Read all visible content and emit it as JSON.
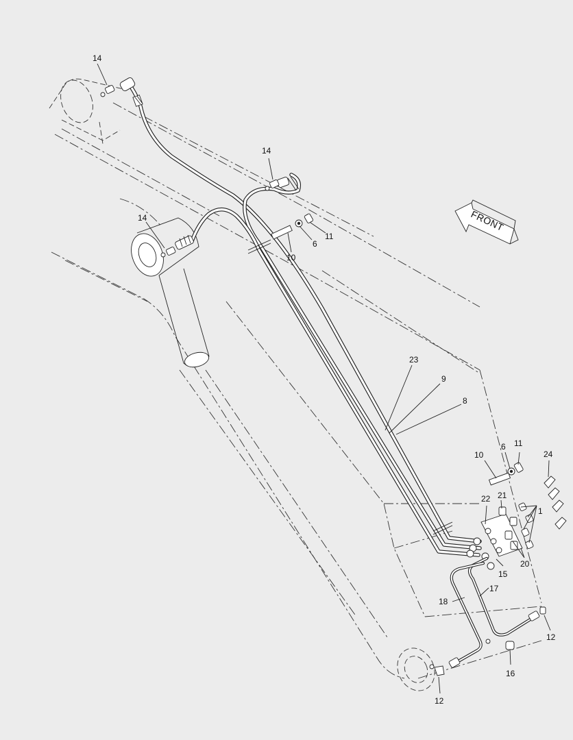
{
  "direction_arrow": {
    "label": "FRONT"
  },
  "callouts": {
    "c14a": "14",
    "c14b": "14",
    "c14c": "14",
    "c11a": "11",
    "c6a": "6",
    "c10a": "10",
    "c23": "23",
    "c9": "9",
    "c8": "8",
    "c10b": "10",
    "c6b": "6",
    "c11b": "11",
    "c24": "24",
    "c22": "22",
    "c21": "21",
    "c1": "1",
    "c15": "15",
    "c20": "20",
    "c17": "17",
    "c18": "18",
    "c12a": "12",
    "c16": "16",
    "c12b": "12"
  }
}
